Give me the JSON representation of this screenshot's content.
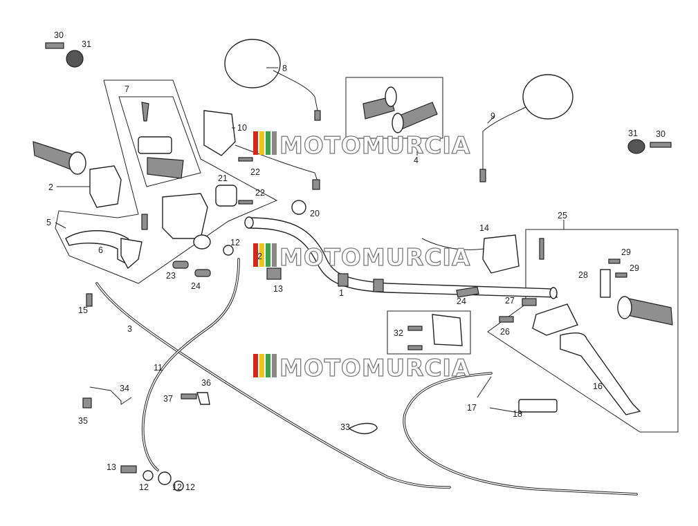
{
  "watermark": {
    "text": "MOTOMURCIA",
    "stripe_colors": [
      "#d9261c",
      "#f0c419",
      "#3aa34a",
      "#888888"
    ]
  },
  "callouts": {
    "c1": "1",
    "c2": "2",
    "c3": "3",
    "c4": "4",
    "c5": "5",
    "c6": "6",
    "c7": "7",
    "c8": "8",
    "c9": "9",
    "c10": "10",
    "c11": "11",
    "c12a": "12",
    "c12b": "12",
    "c12c": "12",
    "c12d": "12",
    "c13a": "13",
    "c13b": "13",
    "c14": "14",
    "c15": "15",
    "c16": "16",
    "c17": "17",
    "c18": "18",
    "c20": "20",
    "c21": "21",
    "c22a": "22",
    "c22b": "22",
    "c23": "23",
    "c24a": "24",
    "c24b": "24",
    "c25": "25",
    "c26": "26",
    "c27": "27",
    "c28": "28",
    "c29a": "29",
    "c29b": "29",
    "c30a": "30",
    "c30b": "30",
    "c31a": "31",
    "c31b": "31",
    "c32": "32",
    "c33": "33",
    "c34": "34",
    "c35": "35",
    "c36": "36",
    "c37": "37"
  }
}
